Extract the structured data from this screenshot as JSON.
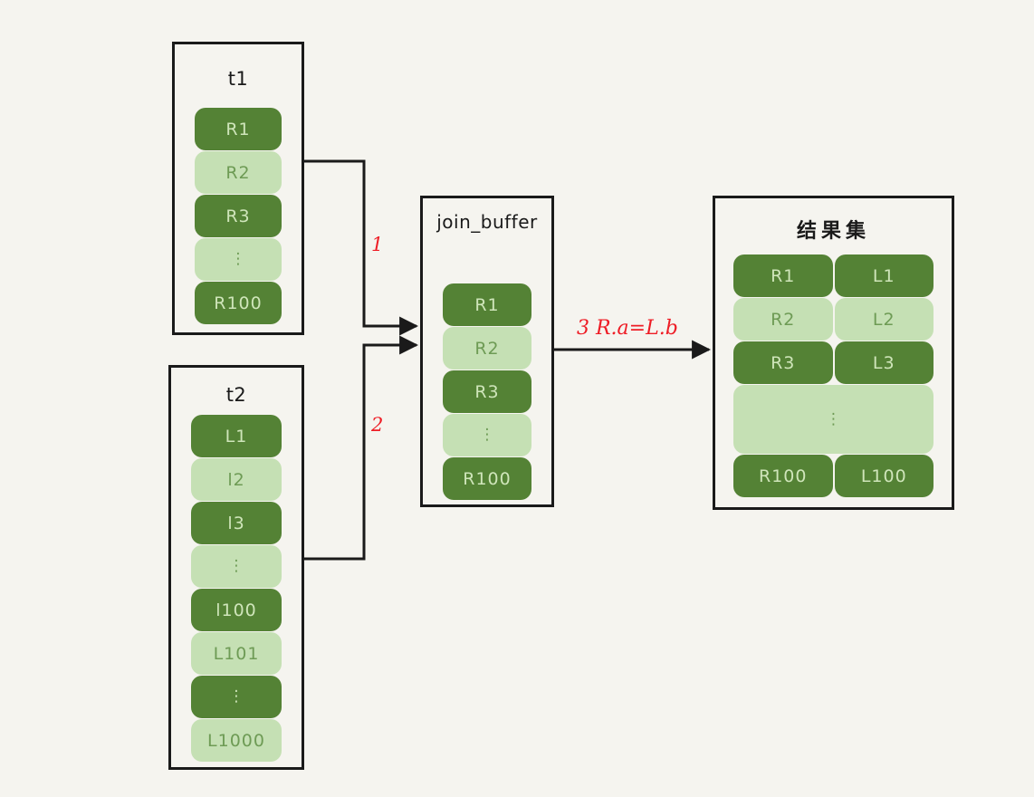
{
  "diagram": {
    "title_note": "MySQL Block Nested-Loop Join with join_buffer",
    "colors": {
      "background": "#F5F4EF",
      "dark_green": "#548235",
      "light_green": "#C5E0B4",
      "dark_text": "#CFE5BA",
      "light_text": "#6E9B55",
      "border": "#1A1A1A",
      "annotation_red": "#EE1C25"
    }
  },
  "tables": {
    "t1": {
      "title": "t1",
      "rows": [
        {
          "label": "R1",
          "shade": "dark"
        },
        {
          "label": "R2",
          "shade": "light"
        },
        {
          "label": "R3",
          "shade": "dark"
        },
        {
          "label": "⋮",
          "shade": "light"
        },
        {
          "label": "R100",
          "shade": "dark"
        }
      ]
    },
    "t2": {
      "title": "t2",
      "rows": [
        {
          "label": "L1",
          "shade": "dark"
        },
        {
          "label": "l2",
          "shade": "light"
        },
        {
          "label": "l3",
          "shade": "dark"
        },
        {
          "label": "⋮",
          "shade": "light"
        },
        {
          "label": "l100",
          "shade": "dark"
        },
        {
          "label": "L101",
          "shade": "light"
        },
        {
          "label": "⋮",
          "shade": "dark"
        },
        {
          "label": "L1000",
          "shade": "light"
        }
      ]
    },
    "join_buffer": {
      "title": "join_buffer",
      "rows": [
        {
          "label": "R1",
          "shade": "dark"
        },
        {
          "label": "R2",
          "shade": "light"
        },
        {
          "label": "R3",
          "shade": "dark"
        },
        {
          "label": "⋮",
          "shade": "light"
        },
        {
          "label": "R100",
          "shade": "dark"
        }
      ]
    },
    "result_set": {
      "title": "结果集",
      "rows": [
        {
          "left": "R1",
          "right": "L1",
          "shade": "dark",
          "split": true
        },
        {
          "left": "R2",
          "right": "L2",
          "shade": "light",
          "split": true
        },
        {
          "left": "R3",
          "right": "L3",
          "shade": "dark",
          "split": true
        },
        {
          "label": "⋮",
          "shade": "light",
          "split": false
        },
        {
          "left": "R100",
          "right": "L100",
          "shade": "dark",
          "split": true
        }
      ]
    }
  },
  "annotations": {
    "step1": "1",
    "step2": "2",
    "step3": "3  R.a=L.b"
  }
}
